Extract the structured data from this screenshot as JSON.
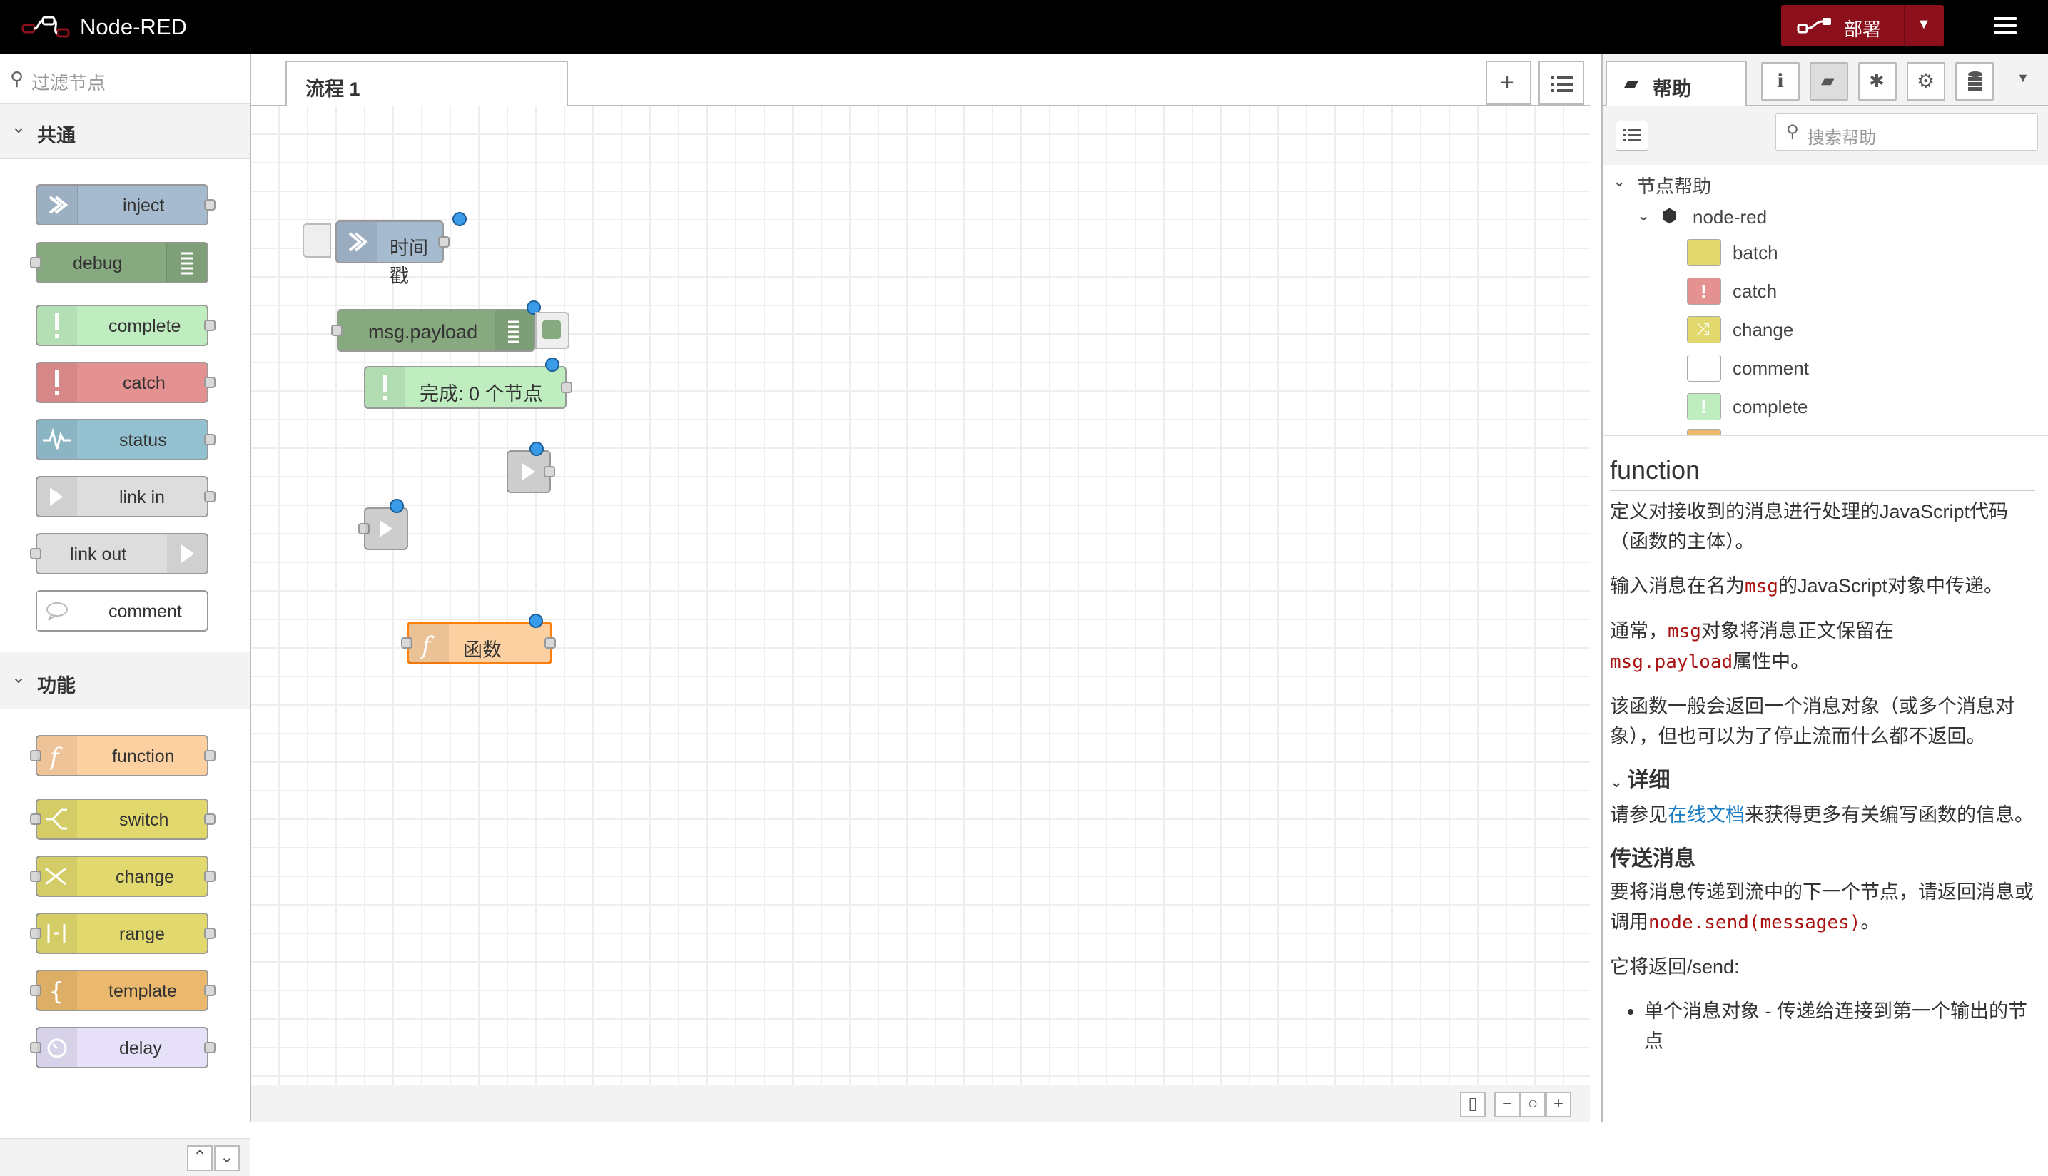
{
  "header": {
    "app_title": "Node-RED",
    "deploy_label": "部署"
  },
  "palette": {
    "search_placeholder": "过滤节点",
    "categories": [
      {
        "label": "共通",
        "nodes": [
          "inject",
          "debug",
          "complete",
          "catch",
          "status",
          "link in",
          "link out",
          "comment"
        ]
      },
      {
        "label": "功能",
        "nodes": [
          "function",
          "switch",
          "change",
          "range",
          "template",
          "delay"
        ]
      }
    ]
  },
  "workspace": {
    "tabs": [
      {
        "label": "流程 1"
      }
    ],
    "nodes": [
      {
        "label": "时间戳",
        "type": "inject"
      },
      {
        "label": "msg.payload",
        "type": "debug"
      },
      {
        "label": "完成: 0 个节点",
        "type": "complete"
      },
      {
        "label": "",
        "type": "link out"
      },
      {
        "label": "",
        "type": "link in"
      },
      {
        "label": "函数",
        "type": "function"
      }
    ]
  },
  "sidebar": {
    "tab_label": "帮助",
    "search_placeholder": "搜索帮助",
    "tree": {
      "root": "节点帮助",
      "module": "node-red",
      "items": [
        "batch",
        "catch",
        "change",
        "comment",
        "complete"
      ]
    },
    "help": {
      "title": "function",
      "p1": "定义对接收到的消息进行处理的JavaScript代码（函数的主体）。",
      "p2_a": "输入消息在名为",
      "p2_code": "msg",
      "p2_b": "的JavaScript对象中传递。",
      "p3_a": "通常，",
      "p3_code1": "msg",
      "p3_b": "对象将消息正文保留在",
      "p3_code2": "msg.payload",
      "p3_c": "属性中。",
      "p4": "该函数一般会返回一个消息对象（或多个消息对象），但也可以为了停止流而什么都不返回。",
      "details_heading": "详细",
      "p5_a": "请参见",
      "p5_link": "在线文档",
      "p5_b": "来获得更多有关编写函数的信息。",
      "send_heading": "传送消息",
      "p6_a": "要将消息传递到流中的下一个节点，请返回消息或调用",
      "p6_code": "node.send(messages)",
      "p6_b": "。",
      "p7": "它将返回/send:",
      "li1": "单个消息对象 - 传递给连接到第一个输出的节点"
    }
  },
  "colors": {
    "inject": "#a6bbcf",
    "debug": "#87a980",
    "complete": "#c0edc0",
    "catch": "#e49191",
    "status": "#94c1d0",
    "link": "#dddddd",
    "comment": "#ffffff",
    "function": "#fdd0a2",
    "switch": "#e2d96e",
    "change": "#e2d96e",
    "range": "#e2d96e",
    "template": "#ebb96d",
    "delay": "#e6e0f8",
    "batch": "#e2d96e",
    "deploy": "#8c101c"
  }
}
